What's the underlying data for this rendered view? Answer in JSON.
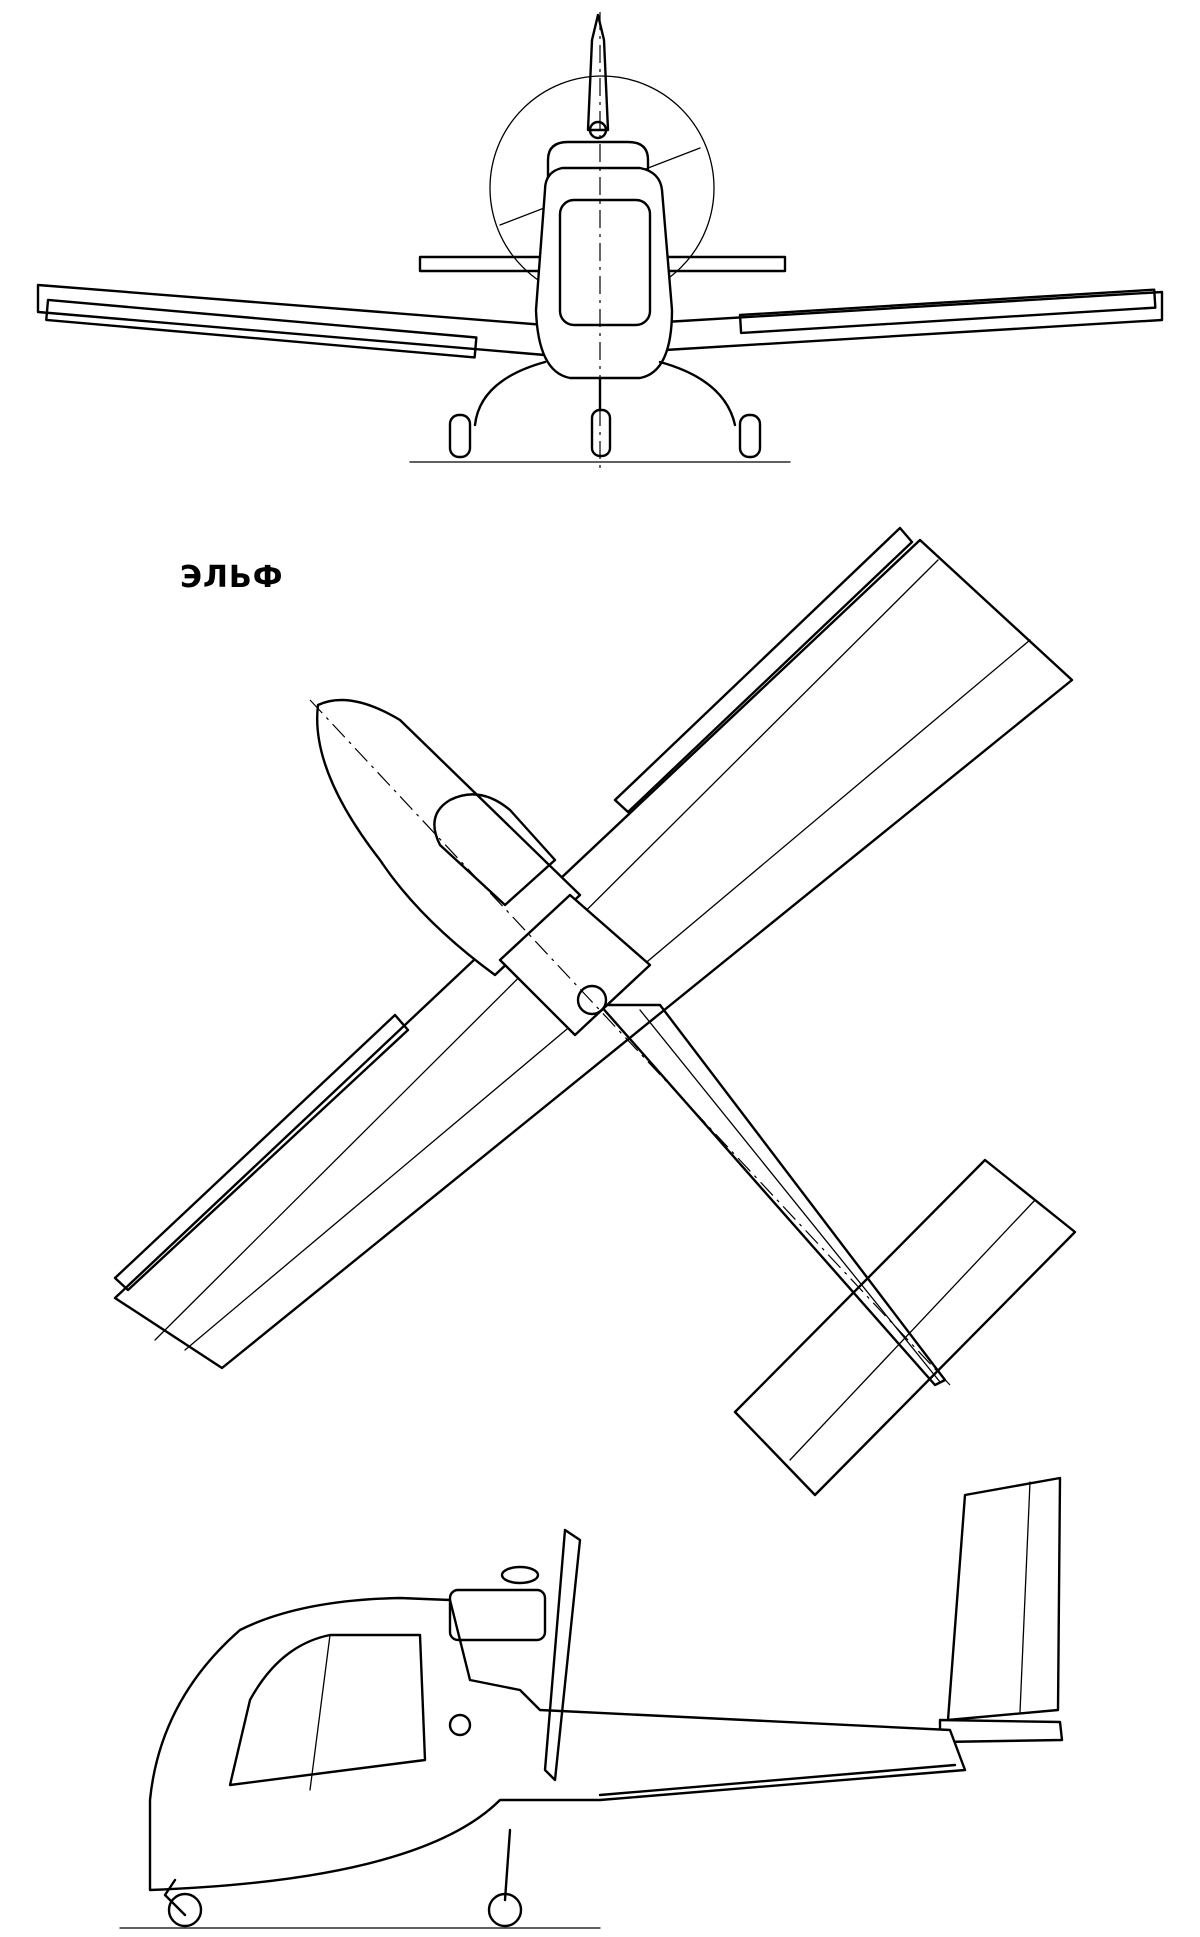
{
  "diagram": {
    "title": "ЭЛЬФ",
    "views": [
      "front-view",
      "top-view",
      "side-view"
    ]
  }
}
